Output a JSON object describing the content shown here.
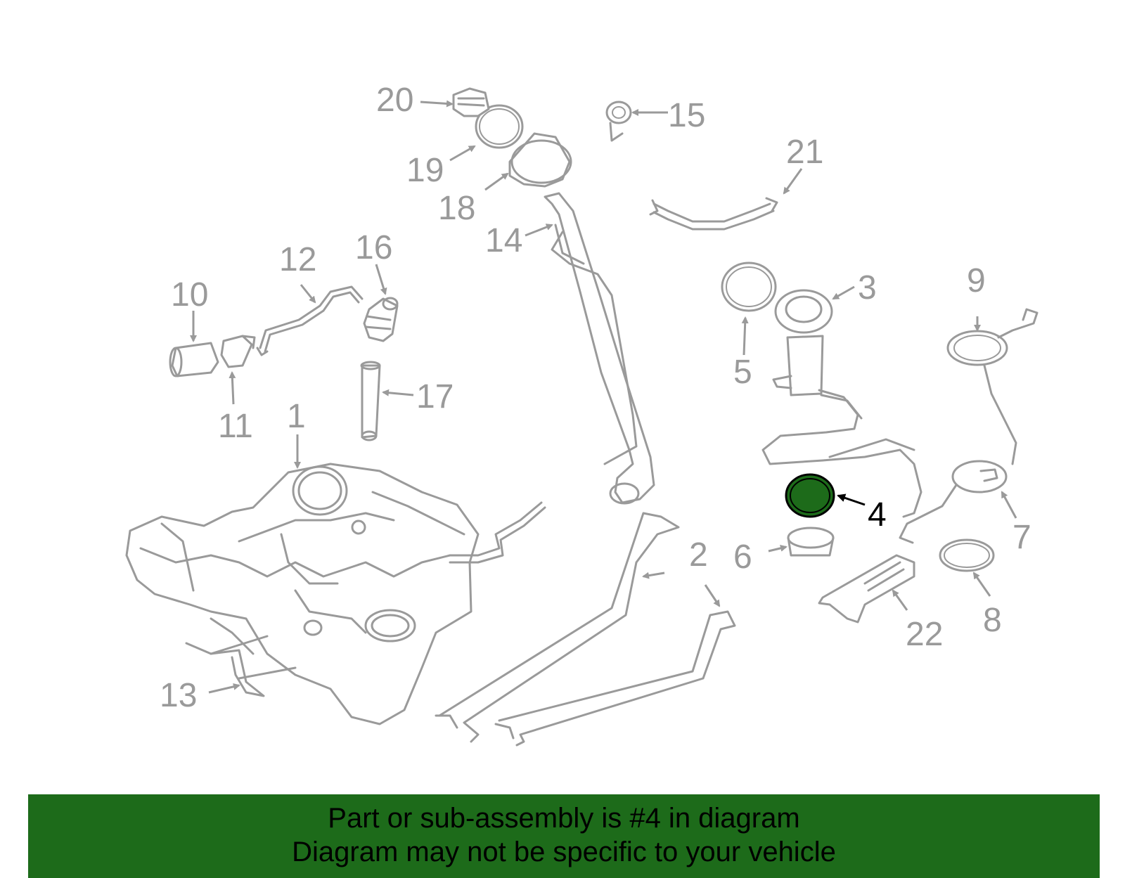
{
  "callouts": {
    "c1": "1",
    "c2": "2",
    "c3": "3",
    "c4": "4",
    "c5": "5",
    "c6": "6",
    "c7": "7",
    "c8": "8",
    "c9": "9",
    "c10": "10",
    "c11": "11",
    "c12": "12",
    "c13": "13",
    "c14": "14",
    "c15": "15",
    "c16": "16",
    "c17": "17",
    "c18": "18",
    "c19": "19",
    "c20": "20",
    "c21": "21",
    "c22": "22"
  },
  "highlight": {
    "part": "4",
    "color": "#1d6b1a"
  },
  "banner": {
    "line1": "Part or sub-assembly is #4 in diagram",
    "line2": "Diagram may not be specific to your vehicle",
    "background": "#1d6b1a"
  }
}
